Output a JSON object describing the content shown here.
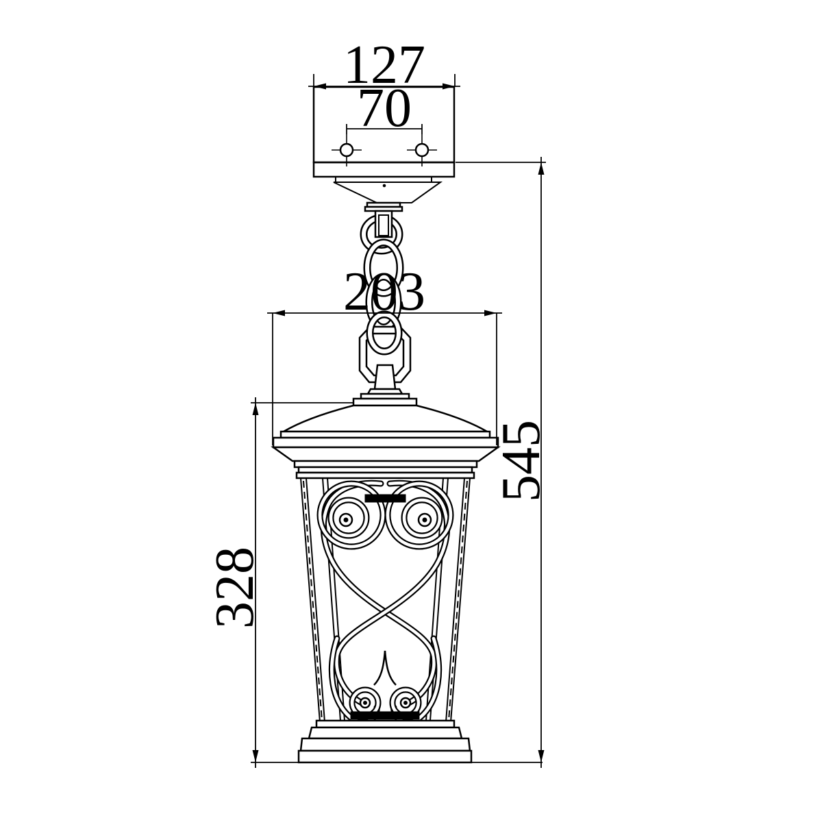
{
  "style": {
    "background": "#ffffff",
    "line_color": "#000000"
  },
  "dimensions": {
    "canopy_width": "127",
    "hole_spacing": "70",
    "lantern_width": "203",
    "body_height": "328",
    "overall_height": "545"
  }
}
